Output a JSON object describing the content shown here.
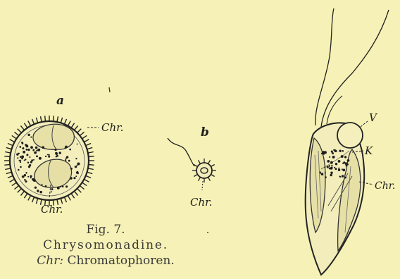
{
  "figure": {
    "panel_a_label": "a",
    "panel_b_label": "b",
    "labels": {
      "chr_a_top": "Chr.",
      "chr_a_bottom": "Chr.",
      "chr_b": "Chr.",
      "v": "V",
      "k": "K",
      "chr_c": "Chr."
    }
  },
  "caption": {
    "fig": "Fig. 7.",
    "name": "Chrysomonadine.",
    "legend_abbr": "Chr:",
    "legend_text": "Chromatophoren."
  }
}
